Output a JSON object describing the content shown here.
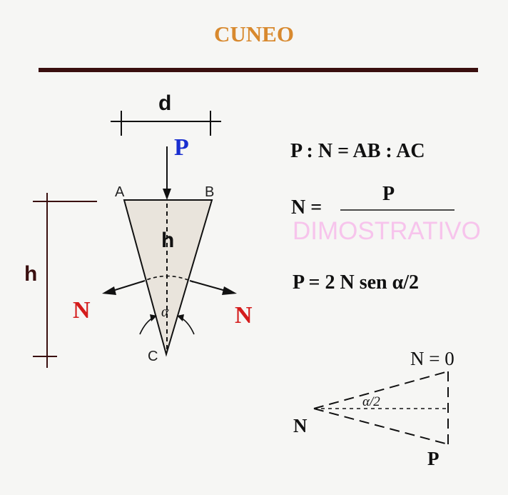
{
  "title": "CUNEO",
  "labels": {
    "d": "d",
    "P_force": "P",
    "h_inner": "h",
    "h_outer": "h",
    "N_left": "N",
    "N_right": "N",
    "A": "A",
    "B": "B",
    "C": "C",
    "alpha": "α"
  },
  "formulas": {
    "ratio": "P : N = AB : AC",
    "n_lhs": "N =",
    "n_numerator": "P",
    "p_equation": "P = 2 N sen α/2"
  },
  "watermark": "DIMOSTRATIVO",
  "force_triangle": {
    "top_label": "N = 0",
    "left_label": "N",
    "bottom_label": "P",
    "angle_label": "α/2"
  },
  "colors": {
    "title": "#d8892e",
    "rule": "#3a0f0f",
    "force_P": "#1a2fd0",
    "force_N": "#d41c1c",
    "wedge_fill": "#e9e4dc",
    "watermark": "#f7c4ec"
  }
}
